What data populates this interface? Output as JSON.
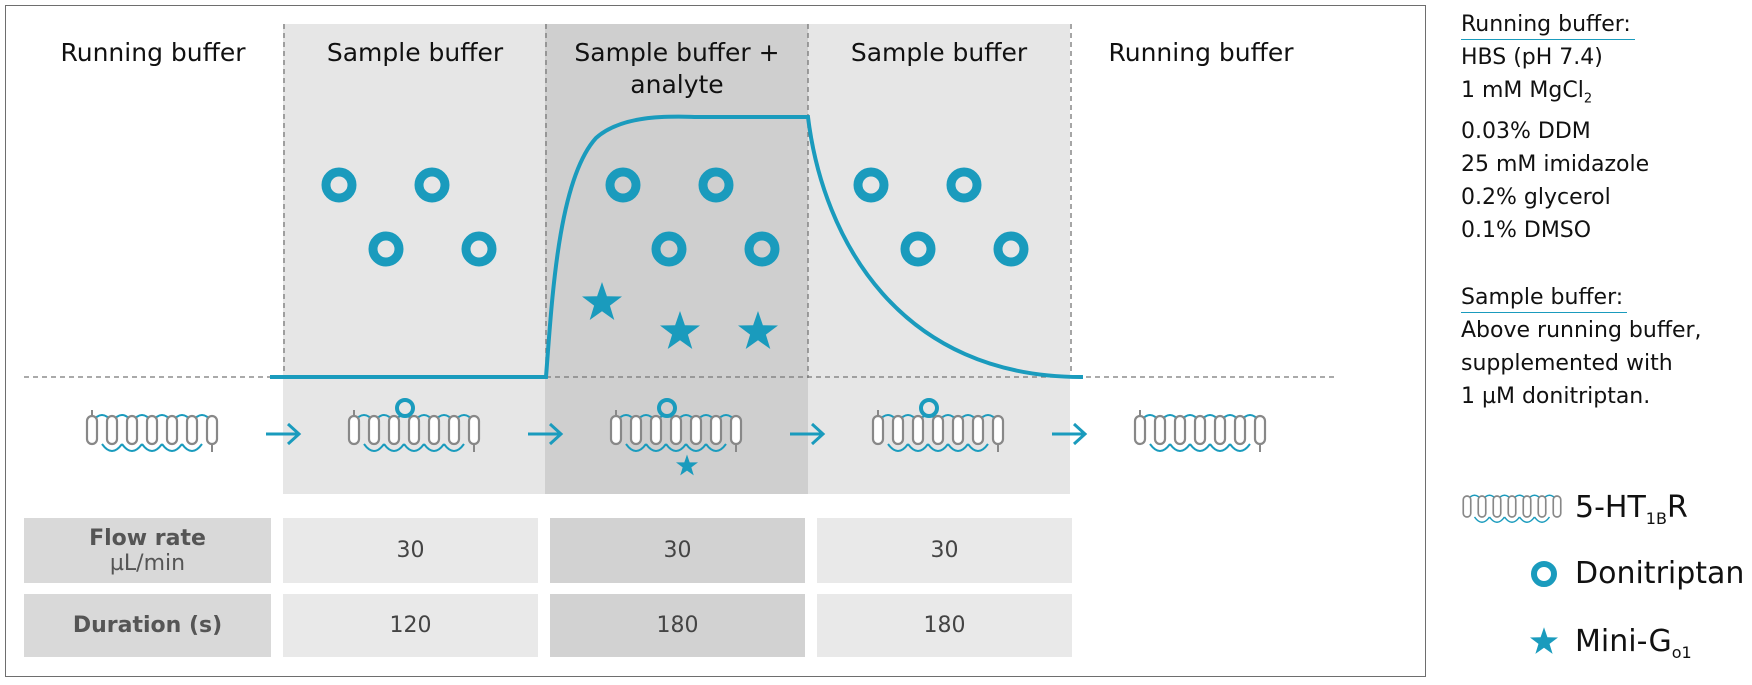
{
  "phases": [
    {
      "label": "Running buffer"
    },
    {
      "label": "Sample buffer"
    },
    {
      "label_line1": "Sample buffer +",
      "label_line2": "analyte"
    },
    {
      "label": "Sample buffer"
    },
    {
      "label": "Running buffer"
    }
  ],
  "table": {
    "flow_rate": {
      "label": "Flow rate",
      "unit": "µL/min",
      "values": [
        "30",
        "30",
        "30"
      ]
    },
    "duration": {
      "label": "Duration (s)",
      "values": [
        "120",
        "180",
        "180"
      ]
    }
  },
  "running_buffer": {
    "header": "Running buffer:",
    "items": [
      "HBS (pH 7.4)",
      "1 mM MgCl",
      "0.03% DDM",
      "25 mM imidazole",
      "0.2% glycerol",
      "0.1% DMSO"
    ],
    "mgcl_subscript": "2"
  },
  "sample_buffer": {
    "header": "Sample buffer:",
    "lines": [
      "Above running buffer,",
      "supplemented with",
      "1 µM donitriptan."
    ]
  },
  "legend": {
    "receptor": {
      "label": "5-HT",
      "sub": "1B",
      "suffix": "R",
      "icon": "receptor-icon"
    },
    "ligand": {
      "label": "Donitriptan",
      "icon": "ring-icon"
    },
    "analyte": {
      "label": "Mini-G",
      "sub": "o1",
      "icon": "star-icon"
    }
  },
  "colors": {
    "accent": "#1a9bbd",
    "light_band": "#e6e6e6",
    "dark_band": "#cfcfcf"
  }
}
